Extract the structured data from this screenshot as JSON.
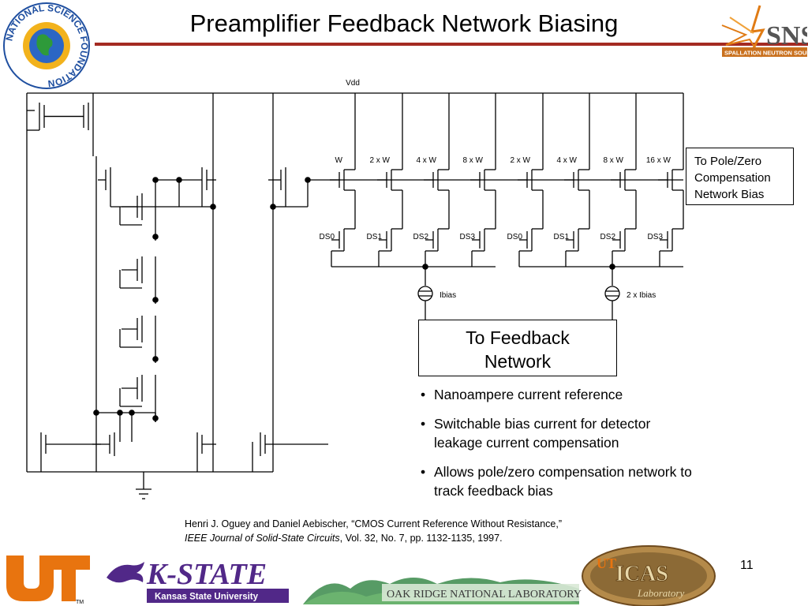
{
  "slide": {
    "title": "Preamplifier Feedback Network Biasing",
    "page_number": "11"
  },
  "diagram": {
    "vdd_label": "Vdd",
    "width_labels": [
      "W",
      "2 x W",
      "4 x W",
      "8 x W",
      "2 x W",
      "4 x W",
      "8 x W",
      "16 x W"
    ],
    "switch_labels": [
      "DS0",
      "DS1",
      "DS2",
      "DS3",
      "DS0",
      "DS1",
      "DS2",
      "DS3"
    ],
    "source_labels": [
      "Ibias",
      "2 x Ibias"
    ],
    "pole_zero_box": [
      "To Pole/Zero",
      "Compensation",
      "Network Bias"
    ],
    "feedback_box": [
      "To Feedback",
      "Network"
    ]
  },
  "bullets": [
    "Nanoampere current reference",
    "Switchable bias current for detector leakage current compensation",
    "Allows pole/zero compensation network to track feedback bias"
  ],
  "reference": {
    "line1": "Henri J. Oguey and Daniel Aebischer, “CMOS Current Reference Without Resistance,”",
    "journal": "IEEE Journal of Solid-State Circuits",
    "line2_rest": ", Vol. 32, No. 7, pp. 1132-1135, 1997."
  },
  "logos": {
    "nsf_text": "NATIONAL SCIENCE FOUNDATION",
    "sns_big": "SNS",
    "sns_sub": "SPALLATION NEUTRON SOURCE",
    "kstate_big": "K-STATE",
    "kstate_sub": "Kansas State University",
    "ornl": "OAK RIDGE NATIONAL LABORATORY",
    "icas_big": "ICAS",
    "icas_sub": "Laboratory",
    "ut_letters": "UT"
  },
  "colors": {
    "title_rule": "#a42a22",
    "ut_orange": "#e8740f",
    "kstate_purple": "#512888",
    "ornl_green": "#3a8a4a",
    "nsf_blue": "#1f4fa0"
  }
}
